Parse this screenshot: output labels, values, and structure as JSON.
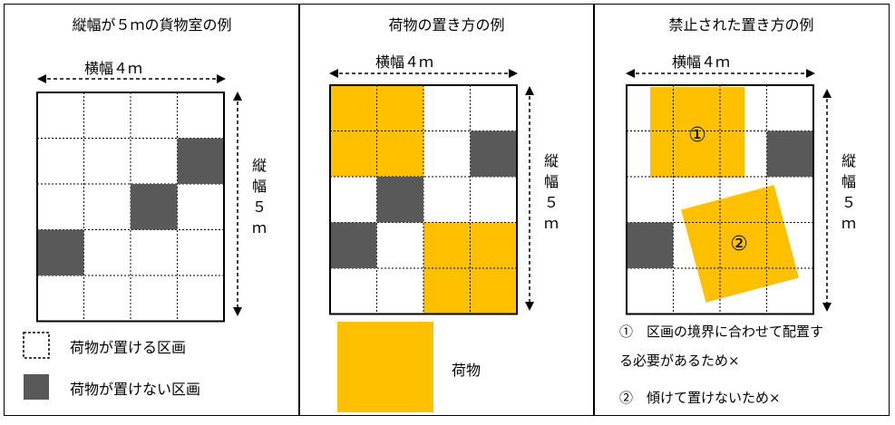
{
  "panel1": {
    "title": "縦幅が５ｍの貨物室の例",
    "width_label": "横幅４ｍ",
    "height_label": [
      "縦",
      "幅",
      "５",
      "ｍ"
    ],
    "blocked_cells": [
      [
        3,
        1
      ],
      [
        2,
        2
      ],
      [
        0,
        3
      ]
    ],
    "legend": [
      {
        "kind": "placeable",
        "label": "荷物が置ける区画"
      },
      {
        "kind": "blocked",
        "label": "荷物が置けない区画"
      }
    ]
  },
  "panel2": {
    "title": "荷物の置き方の例",
    "width_label": "横幅４ｍ",
    "height_label": [
      "縦",
      "幅",
      "５",
      "ｍ"
    ],
    "blocked_cells": [
      [
        3,
        1
      ],
      [
        1,
        2
      ],
      [
        0,
        3
      ]
    ],
    "cargo_blocks": [
      [
        0,
        0,
        2,
        2
      ],
      [
        2,
        3,
        2,
        2
      ]
    ],
    "legend": [
      {
        "kind": "cargo",
        "label": "荷物"
      }
    ]
  },
  "panel3": {
    "title": "禁止された置き方の例",
    "width_label": "横幅４ｍ",
    "height_label": [
      "縦",
      "幅",
      "５",
      "ｍ"
    ],
    "blocked_cells": [
      [
        3,
        1
      ],
      [
        0,
        3
      ]
    ],
    "markers": [
      "①",
      "②"
    ],
    "notes": [
      "①　区画の境界に合わせて配置す",
      "る必要があるため×",
      "②　傾けて置けないため×"
    ]
  },
  "colors": {
    "cargo": "#FFC000",
    "blocked": "#595959",
    "grid": "#000000"
  }
}
